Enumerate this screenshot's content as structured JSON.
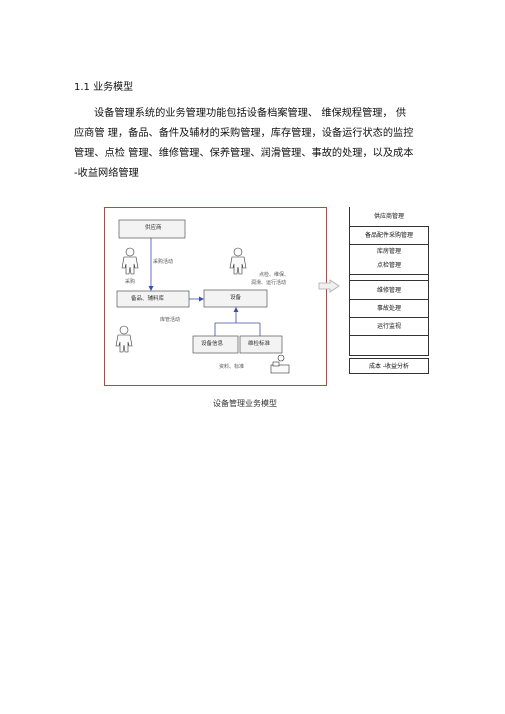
{
  "section": {
    "heading": "1.1 业务模型",
    "paragraph_lines": [
      "设备管理系统的业务管理功能包括设备档案管理、  维保规程管理，  供",
      "应商管 理，备品、备件及辅材的采购管理，库存管理，设备运行状态的监控",
      "管理、点检 管理、维修管理、保养管理、润滑管理、事故的处理，以及成本",
      "-收益网络管理"
    ]
  },
  "figure": {
    "caption": "设备管理业务模型",
    "boxes": {
      "supplier": "供应商",
      "spare_parts": "备品、辅料库",
      "equipment": "设备",
      "equipment_info": "设备信息",
      "maintenance_std": "维检标准"
    },
    "labels": {
      "purchase_activity": "采购活动",
      "buyer": "采购",
      "inventory_activity": "库管活动",
      "inspect_line1": "点检、维保、",
      "inspect_line2": "润滑、运行活动",
      "data_std": "资料、标准"
    }
  },
  "modules": [
    "供应商管理",
    "备品配件采购管理",
    "库房管理",
    "点检管理",
    "",
    "维修管理",
    "事故处理",
    "运行监视",
    "",
    "成本 -收益分析"
  ]
}
